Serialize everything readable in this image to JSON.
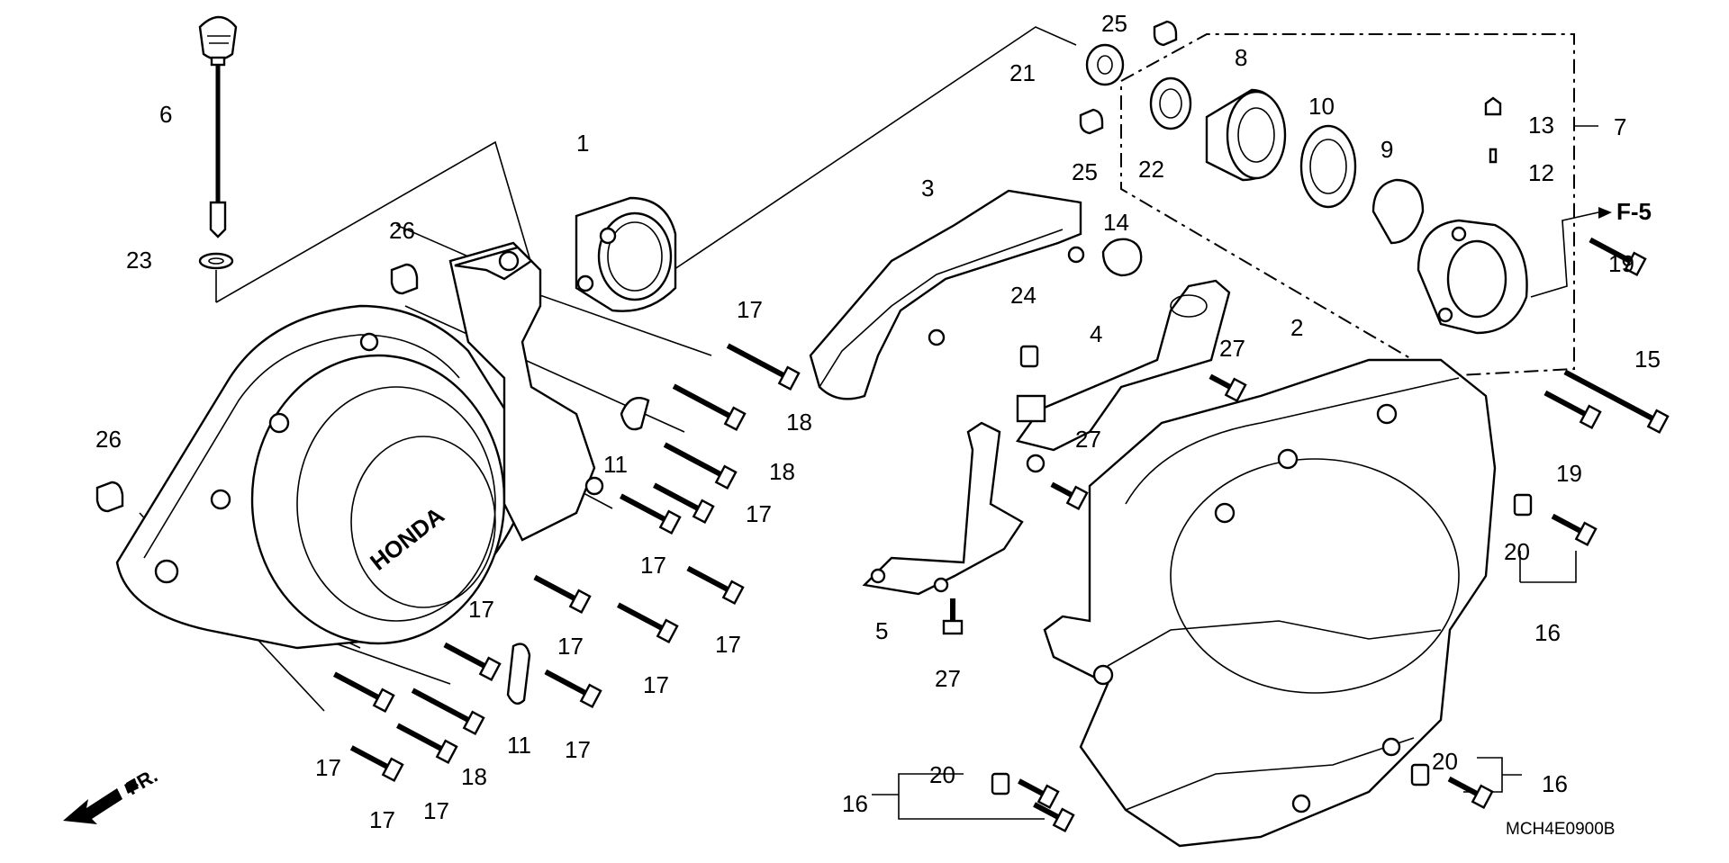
{
  "diagram": {
    "catalog_code": "MCH4E0900B",
    "brand_text": "HONDA",
    "ref_text": "F-5",
    "front_text": "FR.",
    "callouts": [
      "1",
      "2",
      "3",
      "4",
      "5",
      "6",
      "7",
      "8",
      "9",
      "10",
      "11",
      "11",
      "12",
      "13",
      "14",
      "15",
      "16",
      "16",
      "16",
      "16",
      "17",
      "17",
      "17",
      "17",
      "17",
      "17",
      "17",
      "17",
      "17",
      "17",
      "17",
      "17",
      "17",
      "18",
      "18",
      "18",
      "18",
      "19",
      "19",
      "20",
      "20",
      "20",
      "21",
      "22",
      "23",
      "24",
      "25",
      "25",
      "26",
      "26",
      "27",
      "27",
      "27",
      "27"
    ]
  }
}
